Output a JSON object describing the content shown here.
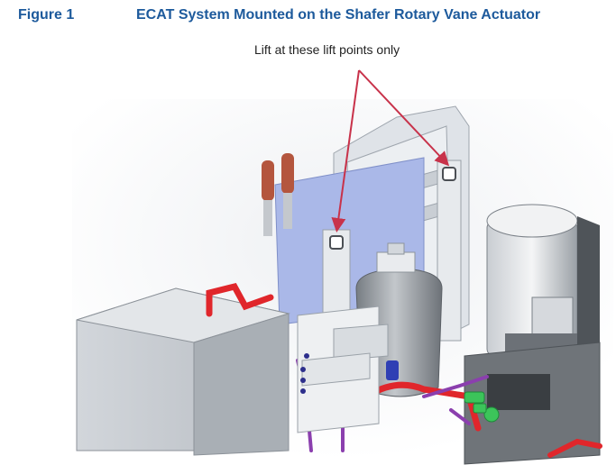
{
  "figure": {
    "label": "Figure 1",
    "title": "ECAT System Mounted on the Shafer Rotary Vane Actuator",
    "callout": "Lift at these lift points only"
  },
  "colors": {
    "title": "#1d5a9c",
    "arrow": "#c8324a",
    "panel_blue": "#aab8e8",
    "red_pipe": "#e0262b",
    "purple_pipe": "#8b3fae",
    "green_pipe": "#3cc45a",
    "frame": "#d9dde3"
  }
}
